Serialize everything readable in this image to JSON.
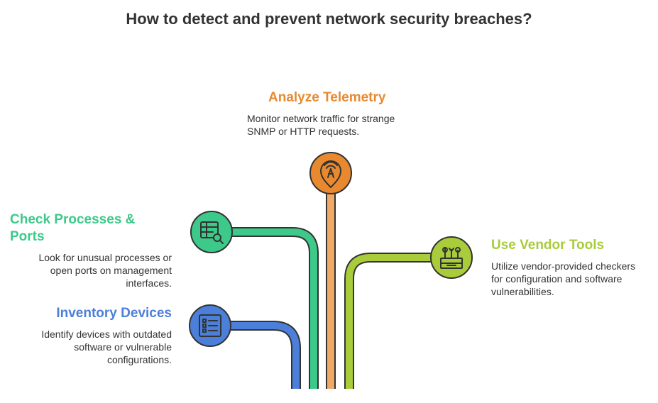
{
  "title": "How to detect and prevent network security breaches?",
  "colors": {
    "telemetry": "#E8892F",
    "processes": "#3DC98A",
    "vendor": "#A9CC3B",
    "inventory": "#4C7FD9",
    "stroke": "#333333"
  },
  "steps": {
    "telemetry": {
      "heading": "Analyze Telemetry",
      "desc": "Monitor network traffic for strange SNMP or HTTP requests.",
      "icon": "map-pin-signal-icon"
    },
    "processes": {
      "heading": "Check Processes & Ports",
      "desc": "Look for unusual processes or open ports on management interfaces.",
      "icon": "table-search-icon"
    },
    "inventory": {
      "heading": "Inventory Devices",
      "desc": "Identify devices with outdated software or vulnerable configurations.",
      "icon": "checklist-icon"
    },
    "vendor": {
      "heading": "Use Vendor Tools",
      "desc": "Utilize vendor-provided checkers for configuration and software vulnerabilities.",
      "icon": "toolbox-icon"
    }
  }
}
